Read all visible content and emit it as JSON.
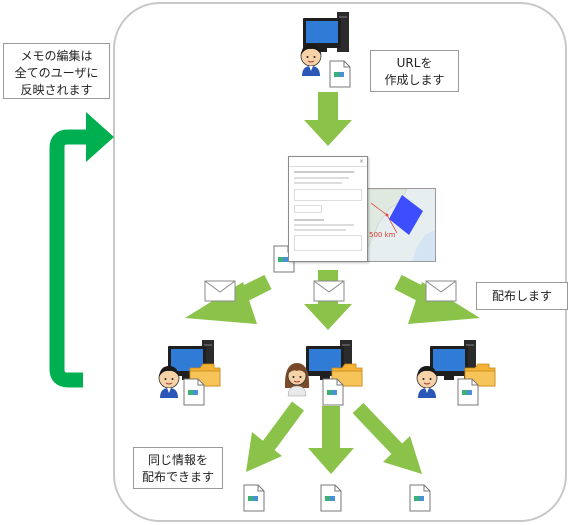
{
  "callouts": {
    "memo_edit": [
      "メモの編集は",
      "全てのユーザに",
      "反映されます"
    ],
    "create_url": [
      "URLを",
      "作成します"
    ],
    "distribute": [
      "配布します"
    ],
    "same_info": [
      "同じ情報を",
      "配布できます"
    ]
  },
  "map": {
    "scale_label": "500 km"
  },
  "colors": {
    "arrow_light": "#8bc34a",
    "arrow_dark": "#00b050",
    "frame": "#c8c8c8",
    "monitor_screen": "#2f7bd6",
    "folder": "#f5b335",
    "map_square": "#2a3cff"
  },
  "icons": {
    "users": [
      "man-computer-icon",
      "man-computer-icon",
      "woman-computer-icon",
      "man-computer-icon"
    ],
    "documents": [
      "document-icon"
    ],
    "mail": [
      "envelope-icon"
    ]
  }
}
